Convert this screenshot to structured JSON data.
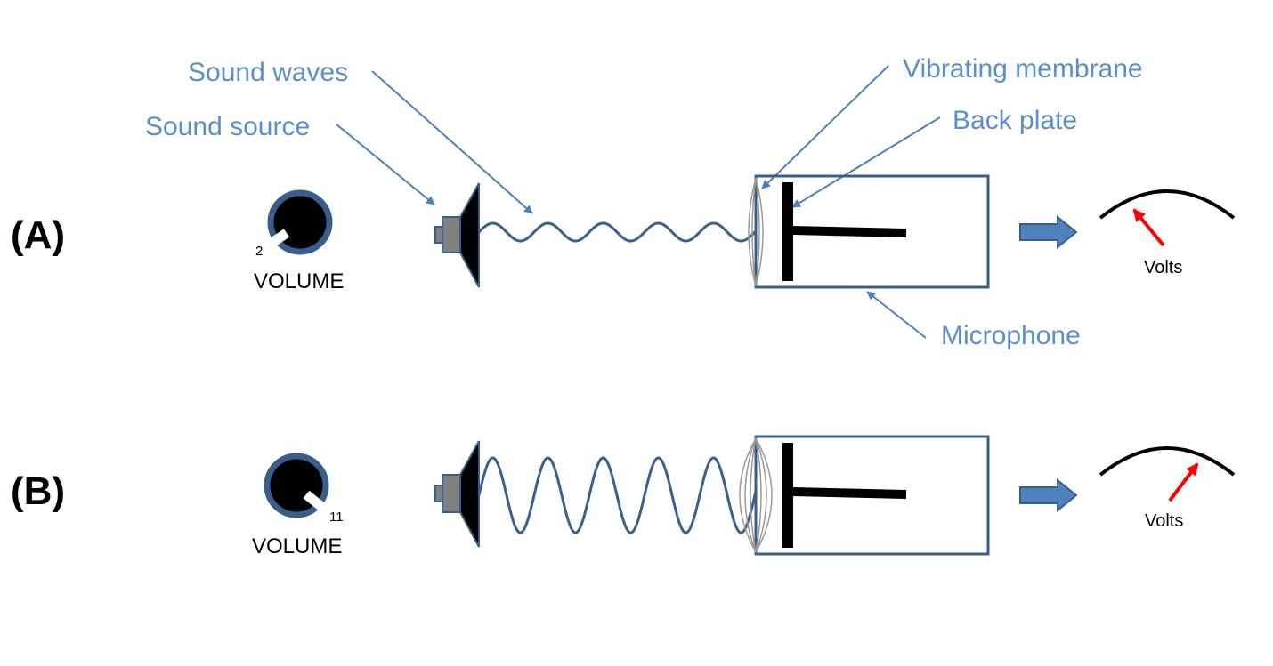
{
  "labels": {
    "sound_waves": "Sound waves",
    "sound_source": "Sound source",
    "vibrating_membrane": "Vibrating membrane",
    "back_plate": "Back plate",
    "microphone": "Microphone"
  },
  "panels": [
    {
      "id": "A",
      "label": "(A)",
      "volume_label": "VOLUME",
      "knob_value": "2",
      "meter_label": "Volts",
      "needle_level": 0.25,
      "wave_amplitude": "low"
    },
    {
      "id": "B",
      "label": "(B)",
      "volume_label": "VOLUME",
      "knob_value": "11",
      "meter_label": "Volts",
      "needle_level": 0.7,
      "wave_amplitude": "high"
    }
  ],
  "colors": {
    "annotation_text": "#5b8fcb",
    "leader_line": "#4f81bd",
    "wave": "#3b5f8f",
    "outline": "#3a5e8c",
    "needle": "#ff0000",
    "knob": "#000000",
    "arrow_fill": "#4f81bd"
  }
}
